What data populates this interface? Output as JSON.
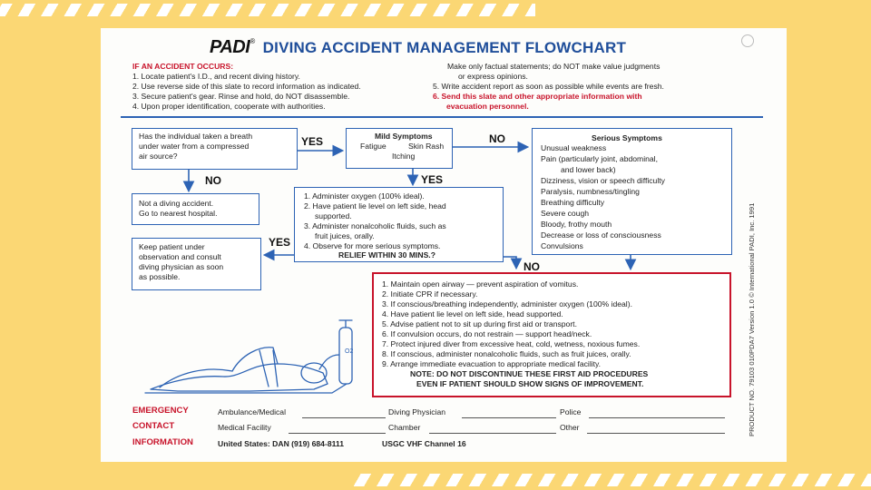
{
  "header": {
    "logo": "PADI",
    "reg_mark": "®",
    "title": "DIVING ACCIDENT MANAGEMENT FLOWCHART"
  },
  "instructions": {
    "heading": "IF AN ACCIDENT OCCURS:",
    "left": [
      "1.  Locate patient's I.D., and recent diving history.",
      "2.  Use reverse side of this slate to record information as indicated.",
      "3.  Secure patient's gear. Rinse and hold, do NOT disassemble.",
      "4.  Upon proper identification, cooperate with authorities."
    ],
    "right_1a": "Make only factual statements; do NOT make value judgments",
    "right_1b": "or express opinions.",
    "right_5": "5.  Write accident report as soon as possible while events are fresh.",
    "right_6a": "6.  Send this slate and other appropriate information with",
    "right_6b": "evacuation personnel."
  },
  "flow": {
    "q1": [
      "Has the individual taken a breath",
      "under water from a compressed",
      "air source?"
    ],
    "yes": "YES",
    "no": "NO",
    "not_diving": [
      "Not a diving accident.",
      "Go to nearest hospital."
    ],
    "keep": [
      "Keep patient under",
      "observation and consult",
      "diving physician as soon",
      "as possible."
    ],
    "mild_title": "Mild Symptoms",
    "mild_items": [
      "Fatigue",
      "Skin Rash",
      "Itching"
    ],
    "mild_steps": [
      "1.  Administer oxygen (100% ideal).",
      "2.  Have patient lie level on left side, head",
      "supported.",
      "3.  Administer nonalcoholic fluids, such as",
      "fruit juices, orally.",
      "4.  Observe for more serious symptoms."
    ],
    "relief": "RELIEF WITHIN 30 MINS.?",
    "serious_title": "Serious Symptoms",
    "serious_items": [
      "Unusual weakness",
      "Pain (particularly joint, abdominal,",
      "and lower back)",
      "Dizziness, vision or speech difficulty",
      "Paralysis, numbness/tingling",
      "Breathing difficulty",
      "Severe cough",
      "Bloody, frothy mouth",
      "Decrease or loss of consciousness",
      "Convulsions"
    ],
    "first_aid": [
      "1.  Maintain open airway — prevent aspiration of vomitus.",
      "2.  Initiate CPR if necessary.",
      "3.  If conscious/breathing independently, administer oxygen (100% ideal).",
      "4.  Have patient lie level on left side, head supported.",
      "5.  Advise patient not to sit up during first aid or transport.",
      "6.  If convulsion occurs, do not restrain — support head/neck.",
      "7.  Protect injured diver from excessive heat, cold, wetness, noxious fumes.",
      "8.  If conscious, administer nonalcoholic fluids, such as fruit juices, orally.",
      "9.  Arrange immediate evacuation to appropriate medical facility."
    ],
    "note_1": "NOTE: DO NOT DISCONTINUE THESE FIRST AID PROCEDURES",
    "note_2": "EVEN IF PATIENT SHOULD SHOW SIGNS OF IMPROVEMENT.",
    "o2_label": "O2"
  },
  "emergency": {
    "labels": [
      "EMERGENCY",
      "CONTACT",
      "INFORMATION"
    ],
    "ambulance": "Ambulance/Medical",
    "physician": "Diving Physician",
    "police": "Police",
    "facility": "Medical Facility",
    "chamber": "Chamber",
    "other": "Other",
    "dan": "United States: DAN (919) 684-8111",
    "usgc": "USGC VHF Channel 16"
  },
  "side_text": "PRODUCT NO. 79103   010PDA7   Version 1.0   © International PADI, Inc. 1991",
  "colors": {
    "background": "#fbd774",
    "blue": "#2d63b4",
    "red": "#c8142b"
  }
}
